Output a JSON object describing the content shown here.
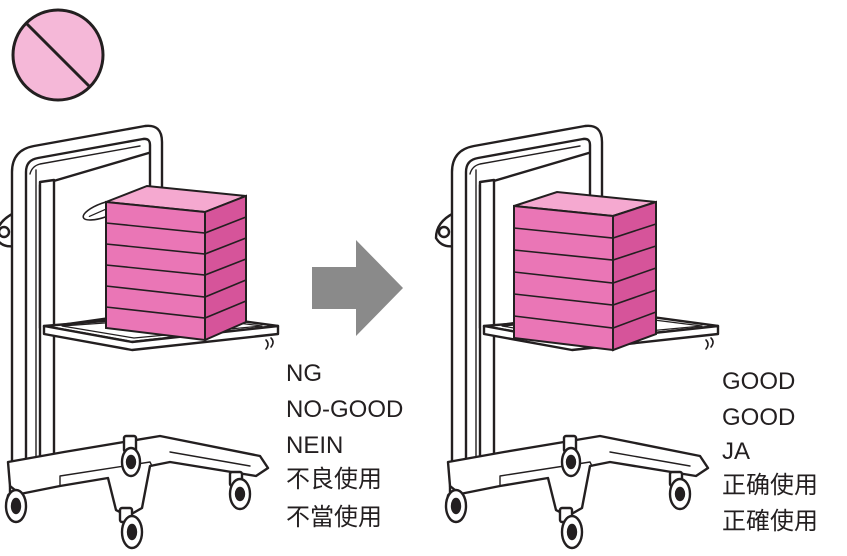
{
  "prohibited": {
    "icon": "prohibited-icon",
    "fill": "#f5b8d8",
    "stroke": "#231f20"
  },
  "arrow": {
    "icon": "right-arrow-icon",
    "fill": "#8a8a8a"
  },
  "box_color": "#ea76b6",
  "left_panel": {
    "labels": [
      "NG",
      "NO-GOOD",
      "NEIN",
      "不良使用",
      "不當使用"
    ]
  },
  "right_panel": {
    "labels": [
      "GOOD",
      "GOOD",
      "JA",
      "正确使用",
      "正確使用"
    ]
  }
}
